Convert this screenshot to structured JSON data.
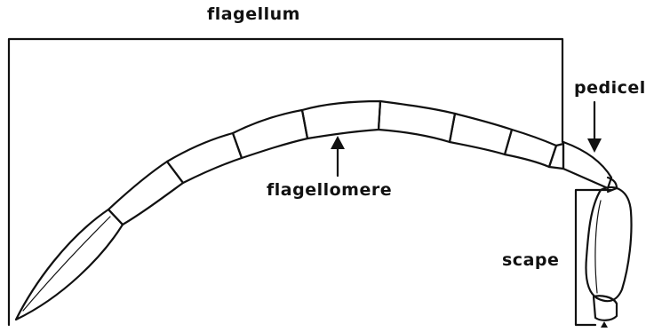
{
  "labels": {
    "flagellum": "flagellum",
    "pedicel": "pedicel",
    "flagellomere": "flagellomere",
    "scape": "scape"
  },
  "colors": {
    "line": "#111111",
    "background": "#ffffff"
  }
}
